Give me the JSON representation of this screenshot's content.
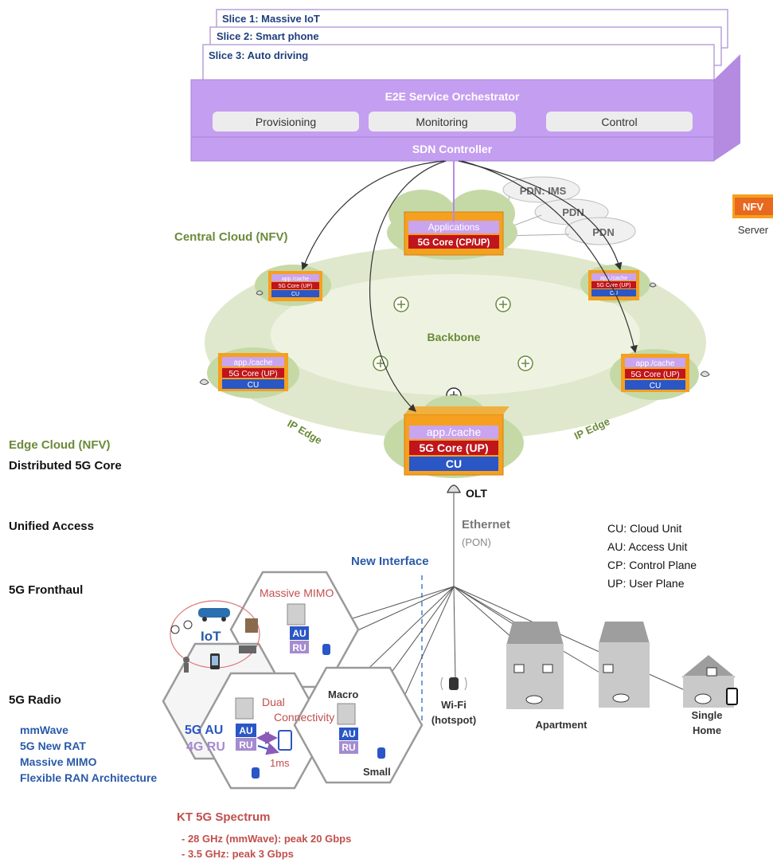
{
  "slices": [
    {
      "label": "Slice 1: Massive IoT"
    },
    {
      "label": "Slice 2: Smart phone"
    },
    {
      "label": "Slice 3: Auto driving"
    }
  ],
  "orchestrator": {
    "title": "E2E Service Orchestrator",
    "buttons": [
      "Provisioning",
      "Monitoring",
      "Control"
    ],
    "sdn_controller": "SDN Controller"
  },
  "legend_server": {
    "badge": "NFV",
    "label": "Server"
  },
  "central_cloud": {
    "label": "Central Cloud (NFV)",
    "applications": "Applications",
    "core": "5G Core (CP/UP)"
  },
  "pdn": [
    "PDN: IMS",
    "PDN",
    "PDN"
  ],
  "backbone_label": "Backbone",
  "edge_server": {
    "app": "app./cache",
    "core": "5G Core (UP)",
    "cu": "CU"
  },
  "ip_edge": [
    "IP Edge",
    "IP Edge"
  ],
  "left_labels": {
    "edge_cloud": "Edge Cloud (NFV)",
    "distributed_core": "Distributed 5G Core",
    "unified_access": "Unified Access",
    "fronthaul": "5G Fronthaul",
    "radio": "5G Radio",
    "radio_features": [
      "mmWave",
      "5G New RAT",
      "Massive MIMO",
      "Flexible RAN Architecture"
    ]
  },
  "access": {
    "olt": "OLT",
    "ethernet": "Ethernet",
    "pon": "(PON)",
    "new_interface": "New Interface"
  },
  "glossary": [
    "CU: Cloud Unit",
    "AU: Access Unit",
    "CP: Control Plane",
    "UP: User Plane"
  ],
  "radio_cells": {
    "massive_mimo": "Massive MIMO",
    "iot": "IoT",
    "dual_connectivity_1": "Dual",
    "dual_connectivity_2": "Connectivity",
    "macro": "Macro",
    "au_5g": "5G AU",
    "ru_4g": "4G RU",
    "au": "AU",
    "ru": "RU",
    "latency": "1ms",
    "small": "Small"
  },
  "endpoints": {
    "wifi_1": "Wi-Fi",
    "wifi_2": "(hotspot)",
    "apartment": "Apartment",
    "single_home_1": "Single",
    "single_home_2": "Home"
  },
  "spectrum": {
    "title": "KT 5G Spectrum",
    "items": [
      "- 28 GHz (mmWave): peak 20 Gbps",
      "- 3.5 GHz: peak 3 Gbps"
    ]
  }
}
